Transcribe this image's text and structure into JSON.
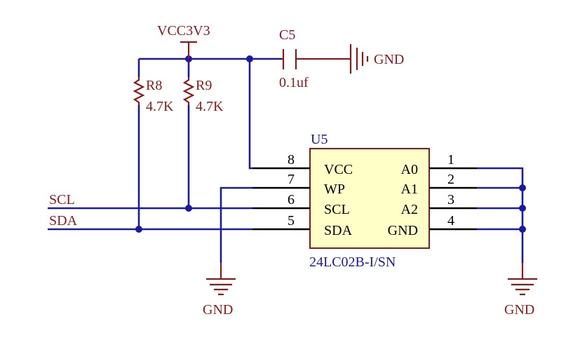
{
  "power": {
    "vcc_label": "VCC3V3",
    "gnd_label": "GND"
  },
  "capacitor": {
    "ref": "C5",
    "value": "0.1uf"
  },
  "resistors": [
    {
      "ref": "R8",
      "value": "4.7K"
    },
    {
      "ref": "R9",
      "value": "4.7K"
    }
  ],
  "ic": {
    "ref": "U5",
    "part": "24LC02B-I/SN",
    "left_pins": [
      {
        "num": "8",
        "name": "VCC"
      },
      {
        "num": "7",
        "name": "WP"
      },
      {
        "num": "6",
        "name": "SCL"
      },
      {
        "num": "5",
        "name": "SDA"
      }
    ],
    "right_pins": [
      {
        "num": "1",
        "name": "A0"
      },
      {
        "num": "2",
        "name": "A1"
      },
      {
        "num": "3",
        "name": "A2"
      },
      {
        "num": "4",
        "name": "GND"
      }
    ]
  },
  "nets": {
    "scl": "SCL",
    "sda": "SDA"
  },
  "colors": {
    "wire": "#1a1aa6",
    "component": "#8b1a1a",
    "ic_fill": "#ffffc8",
    "pin": "#000000"
  }
}
